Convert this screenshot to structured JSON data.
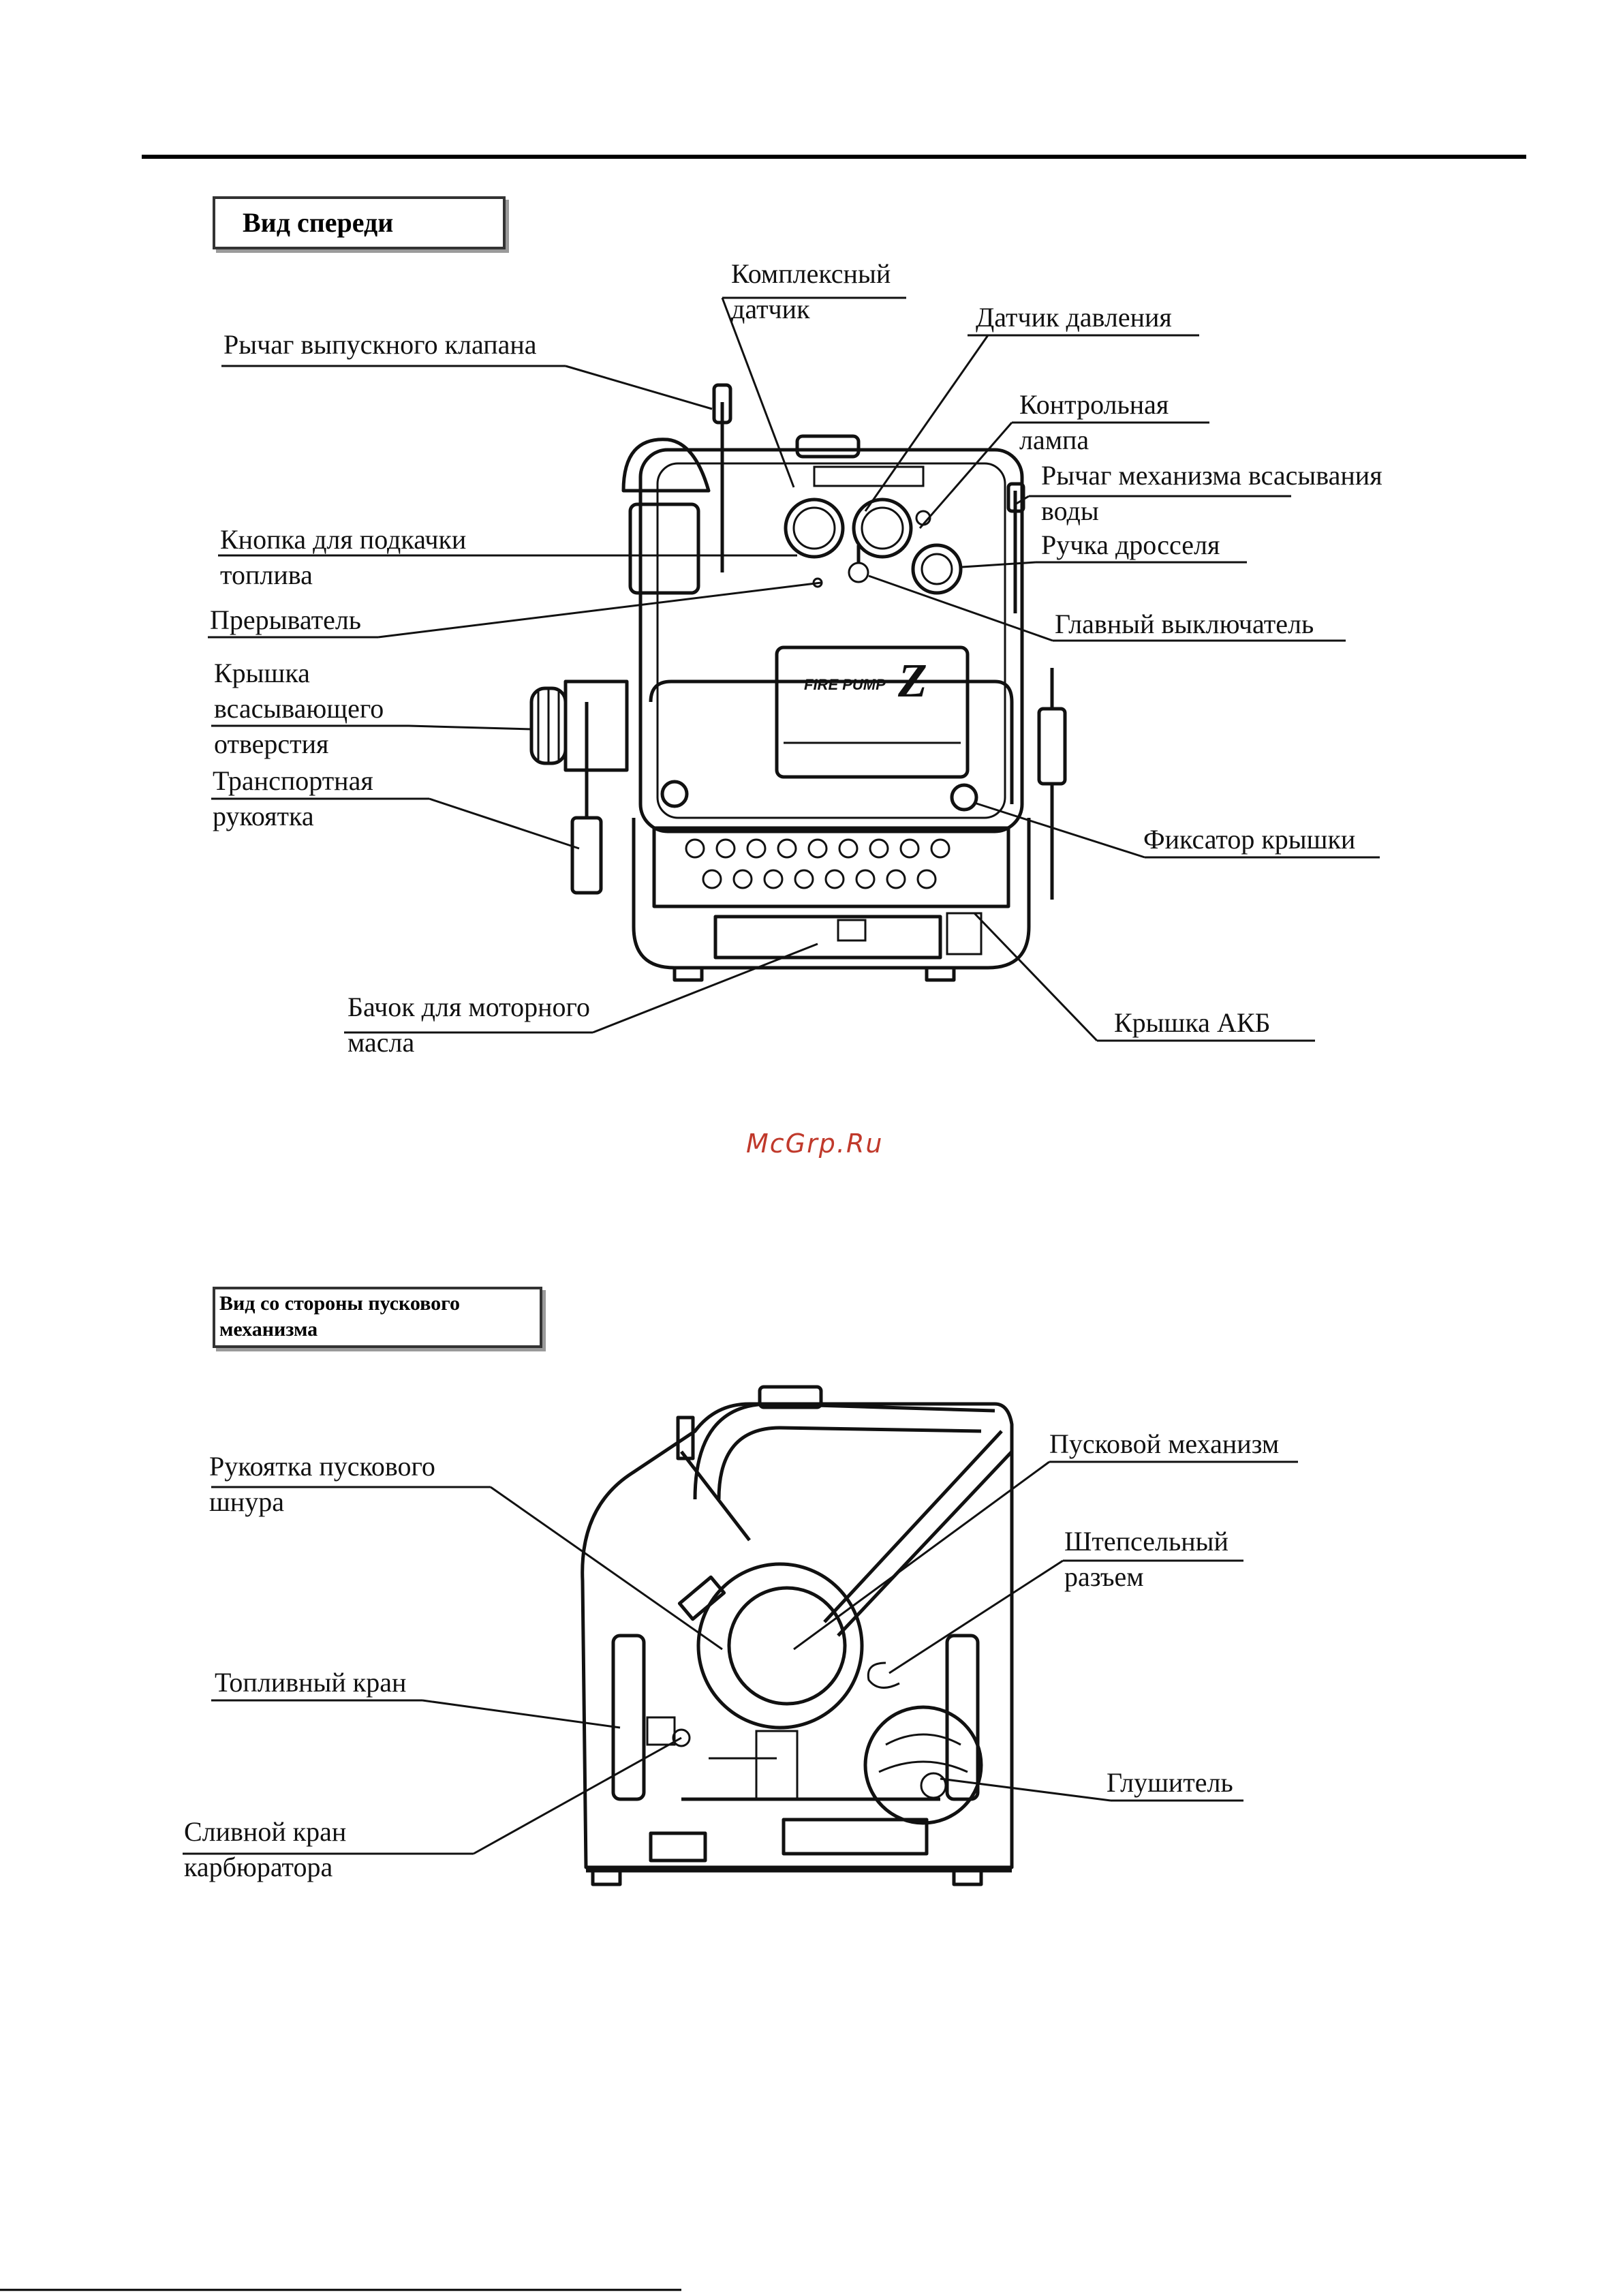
{
  "front_view": {
    "title": "Вид спереди",
    "labels": {
      "complex_sensor": "Комплексный\nдатчик",
      "pressure_sensor": "Датчик давления",
      "drain_valve_lever": "Рычаг выпускного клапана",
      "control_lamp": "Контрольная\nлампа",
      "suction_lever": "Рычаг механизма всасывания\nводы",
      "primer_button": "Кнопка для подкачки\nтоплива",
      "throttle_knob": "Ручка дросселя",
      "breaker": "Прерыватель",
      "main_switch": "Главный выключатель",
      "suction_cap": "Крышка\nвсасывающего\nотверстия",
      "carry_handle": "Транспортная\nрукоятка",
      "cover_latch": "Фиксатор крышки",
      "oil_tank": "Бачок для моторного\nмасла",
      "battery_cover": "Крышка АКБ"
    }
  },
  "starter_view": {
    "title": "Вид со стороны пускового\nмеханизма",
    "labels": {
      "recoil_handle": "Рукоятка пускового\nшнура",
      "starter": "Пусковой механизм",
      "plug_connector": "Штепсельный\nразъем",
      "fuel_cock": "Топливный кран",
      "muffler": "Глушитель",
      "carb_drain": "Сливной кран\nкарбюратора"
    }
  },
  "watermark": "McGrp.Ru"
}
